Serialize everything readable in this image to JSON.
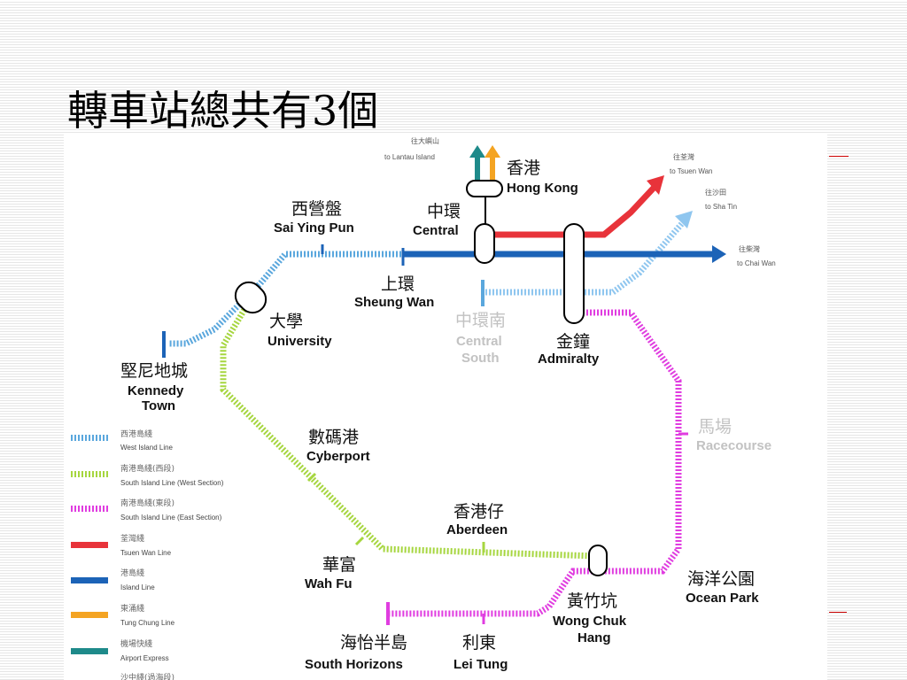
{
  "slide": {
    "title": "轉車站總共有3個"
  },
  "colors": {
    "island_line": "#1c63b7",
    "tsuen_wan_line": "#e8333a",
    "west_island_line": "#5aa7dd",
    "south_island_west": "#a6d63f",
    "south_island_east": "#e03de0",
    "tung_chung_line": "#f4a422",
    "airport_express": "#1e8a8a",
    "future_line": "#8fc6ef"
  },
  "map": {
    "stations": {
      "hong_kong": {
        "zh": "香港",
        "en": "Hong Kong"
      },
      "central": {
        "zh": "中環",
        "en": "Central"
      },
      "sai_ying_pun": {
        "zh": "西營盤",
        "en": "Sai Ying Pun"
      },
      "sheung_wan": {
        "zh": "上環",
        "en": "Sheung Wan"
      },
      "central_south": {
        "zh": "中環南",
        "en1": "Central",
        "en2": "South"
      },
      "admiralty": {
        "zh": "金鐘",
        "en": "Admiralty"
      },
      "university": {
        "zh": "大學",
        "en": "University"
      },
      "kennedy_town": {
        "zh": "堅尼地城",
        "en1": "Kennedy",
        "en2": "Town"
      },
      "cyberport": {
        "zh": "數碼港",
        "en": "Cyberport"
      },
      "racecourse": {
        "zh": "馬場",
        "en": "Racecourse"
      },
      "aberdeen": {
        "zh": "香港仔",
        "en": "Aberdeen"
      },
      "wah_fu": {
        "zh": "華富",
        "en": "Wah Fu"
      },
      "ocean_park": {
        "zh": "海洋公園",
        "en": "Ocean Park"
      },
      "wong_chuk_hang": {
        "zh": "黃竹坑",
        "en1": "Wong Chuk",
        "en2": "Hang"
      },
      "south_horizons": {
        "zh": "海怡半島",
        "en": "South Horizons"
      },
      "lei_tung": {
        "zh": "利東",
        "en": "Lei Tung"
      }
    },
    "directions": {
      "lantau": {
        "zh": "往大嶼山",
        "en": "to Lantau Island"
      },
      "tsuen_wan": {
        "zh": "往荃灣",
        "en": "to Tsuen Wan"
      },
      "sha_tin": {
        "zh": "往沙田",
        "en": "to Sha Tin"
      },
      "chai_wan": {
        "zh": "往柴灣",
        "en": "to Chai Wan"
      }
    },
    "legend": [
      {
        "zh": "西港島綫",
        "en": "West Island Line",
        "color": "#5aa7dd",
        "style": "hatched"
      },
      {
        "zh": "南港島綫(西段)",
        "en": "South Island Line (West Section)",
        "color": "#a6d63f",
        "style": "hatched"
      },
      {
        "zh": "南港島綫(東段)",
        "en": "South Island Line (East Section)",
        "color": "#e03de0",
        "style": "hatched"
      },
      {
        "zh": "荃灣綫",
        "en": "Tsuen Wan Line",
        "color": "#e8333a",
        "style": "solid"
      },
      {
        "zh": "港島綫",
        "en": "Island Line",
        "color": "#1c63b7",
        "style": "solid"
      },
      {
        "zh": "東涌綫",
        "en": "Tung Chung Line",
        "color": "#f4a422",
        "style": "solid"
      },
      {
        "zh": "機場快綫",
        "en": "Airport Express",
        "color": "#1e8a8a",
        "style": "solid"
      },
      {
        "zh": "沙中綫(過海段)",
        "en": "",
        "color": "#8fc6ef",
        "style": "hatched"
      }
    ]
  }
}
